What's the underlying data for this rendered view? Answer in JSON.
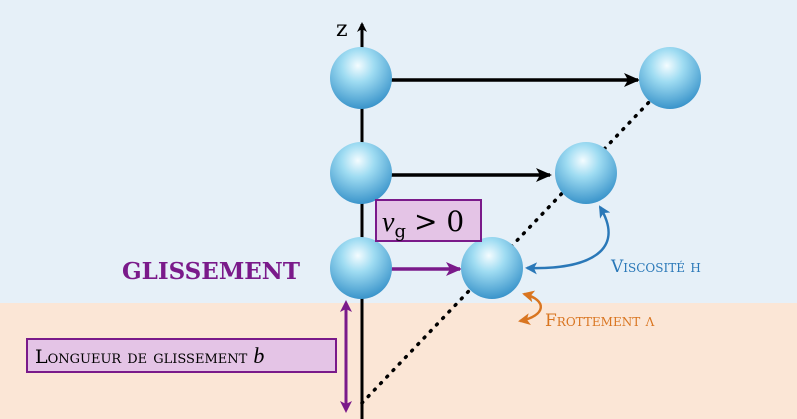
{
  "axis": {
    "label": "z"
  },
  "labels": {
    "glissement": "GLISSEMENT",
    "viscosite": "Viscosité η",
    "frottement": "Frottement λ",
    "slip_velocity": {
      "var": "v",
      "sub": "g",
      "rel": "> 0"
    },
    "slip_length": {
      "text": "Longueur de glissement ",
      "var": "b"
    }
  },
  "colors": {
    "fluid_region": "#e6f0f8",
    "wall_region": "#fbe6d6",
    "purple": "#7a1a8a",
    "purple_fill": "#e4c4e6",
    "blue_text": "#2a78b8",
    "orange_text": "#d97520",
    "particle_light": "#bde9f8",
    "particle_dark": "#2f90c8",
    "arrow_black": "#000000"
  }
}
